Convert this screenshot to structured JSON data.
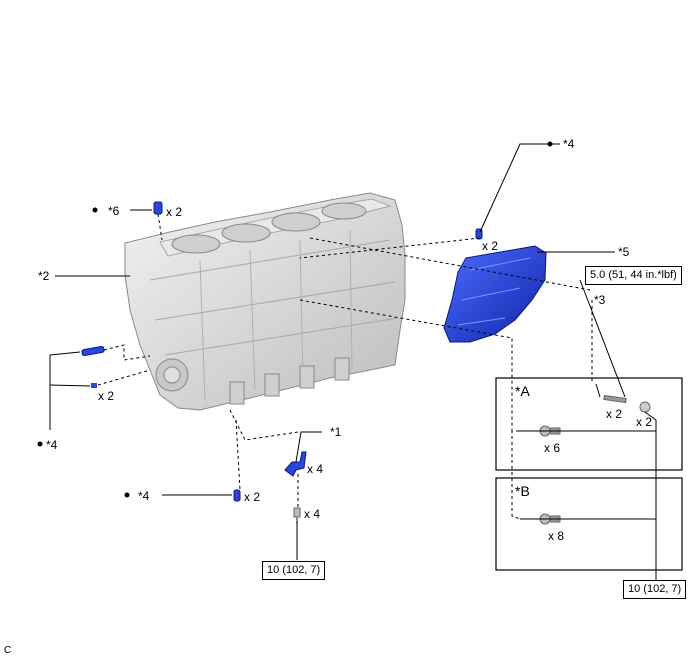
{
  "callouts": {
    "c1": "*1",
    "c2": "*2",
    "c3": "*3",
    "c4_top": "*4",
    "c4_left": "*4",
    "c4_bottom": "*4",
    "c5": "*5",
    "c6": "*6"
  },
  "quantities": {
    "q_c6": "x 2",
    "q_c4_top": "x 2",
    "q_left_pin": "x 2",
    "q_bottom_pin": "x 2",
    "q_stud": "x 2",
    "q_nut": "x 2",
    "q_bolt_a": "x 6",
    "q_bolt_b": "x 8",
    "q_bracket": "x 4",
    "q_bracket_bolt": "x 4"
  },
  "torques": {
    "cover": "5.0 (51, 44 in.*lbf)",
    "bracket": "10 (102, 7)",
    "bolts": "10 (102, 7)"
  },
  "views": {
    "a": "*A",
    "b": "*B"
  },
  "corner_mark": "C",
  "colors": {
    "part_highlight": "#1f3fd6",
    "block_gray": "#d4d4d4",
    "line": "#000000"
  },
  "icons": [
    "bullet-dot-icon",
    "bolt-icon",
    "dowel-pin-icon",
    "stud-icon",
    "nut-icon",
    "bracket-icon"
  ]
}
